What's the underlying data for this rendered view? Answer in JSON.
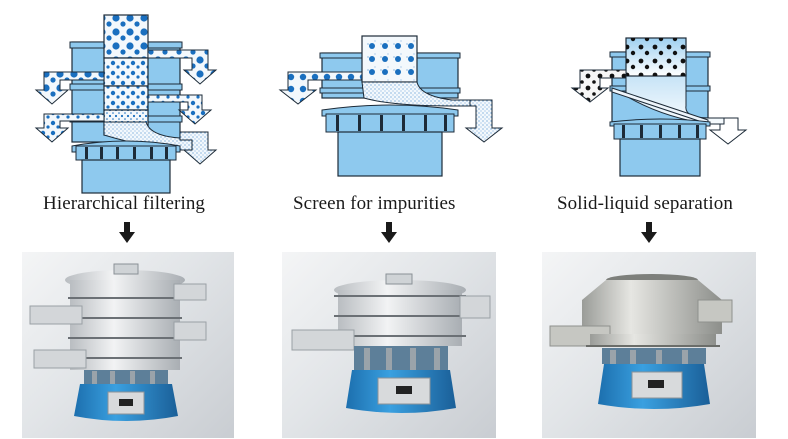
{
  "panels": [
    {
      "id": "hierarchical",
      "caption": "Hierarchical filtering",
      "diagram": "multi-layer-sieve-diagram",
      "photo": "three-layer-vibrating-sieve-photo"
    },
    {
      "id": "impurities",
      "caption": "Screen for impurities",
      "diagram": "single-layer-sieve-diagram",
      "photo": "two-layer-vibrating-sieve-photo"
    },
    {
      "id": "solid-liquid",
      "caption": "Solid-liquid separation",
      "diagram": "solid-liquid-sieve-diagram",
      "photo": "solid-liquid-vibrating-sieve-photo"
    }
  ],
  "colors": {
    "machine_fill": "#8ec9ee",
    "outline": "#1d2b38",
    "particle_blue": "#1a6fbf",
    "particle_black": "#111111",
    "motor_blue": "#2f8fd0",
    "steel": "#d9dcdf"
  },
  "icons": {
    "down_arrow": "down-arrow-icon"
  }
}
